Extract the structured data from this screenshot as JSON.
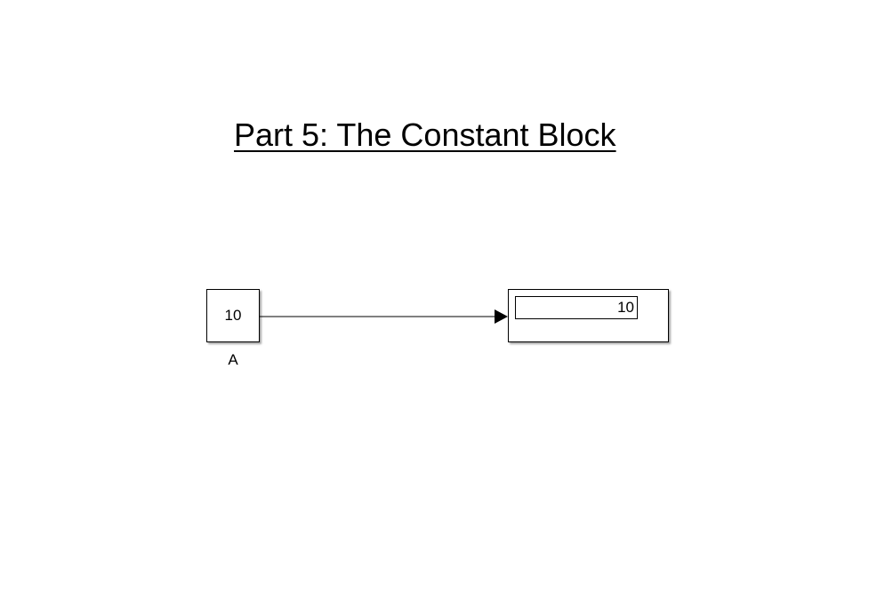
{
  "diagram": {
    "title": "Part 5: The Constant Block",
    "constant_block": {
      "value": "10",
      "label": "A"
    },
    "display_block": {
      "value": "10"
    },
    "signal": {
      "from": "constant_block",
      "to": "display_block"
    }
  }
}
